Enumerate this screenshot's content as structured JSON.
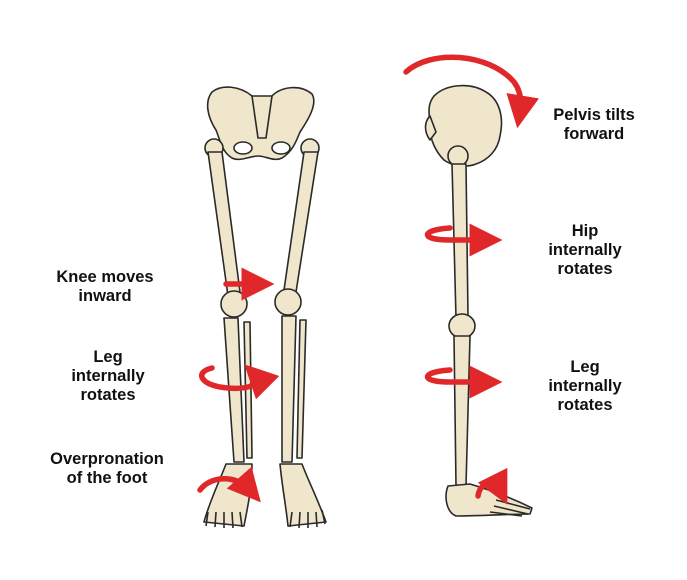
{
  "colors": {
    "bone_fill": "#efe6cc",
    "bone_outline": "#2a2a2a",
    "arrow_red": "#e0282b",
    "text": "#111111"
  },
  "labels": {
    "knee": [
      "Knee moves",
      "inward"
    ],
    "leg_front": [
      "Leg",
      "internally",
      "rotates"
    ],
    "foot": [
      "Overpronation",
      "of the foot"
    ],
    "pelvis": [
      "Pelvis tilts",
      "forward"
    ],
    "hip": [
      "Hip",
      "internally",
      "rotates"
    ],
    "leg_side": [
      "Leg",
      "internally",
      "rotates"
    ]
  }
}
